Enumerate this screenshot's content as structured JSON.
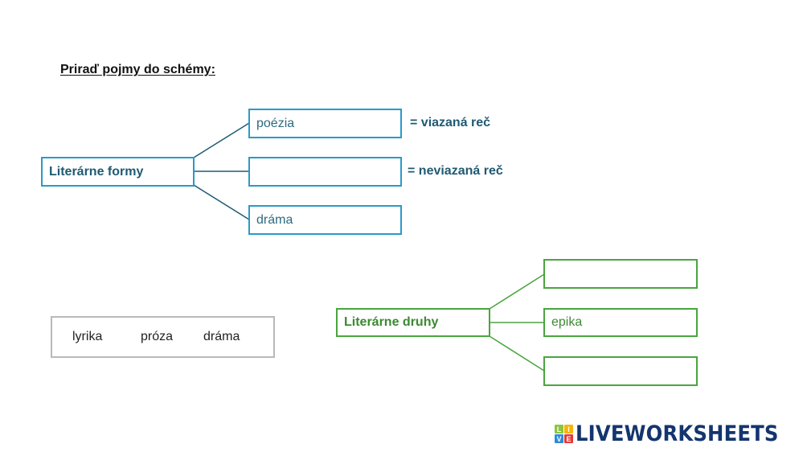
{
  "instruction": "Priraď pojmy do schémy:",
  "scheme_forms": {
    "root_label": "Literárne formy",
    "branches": [
      {
        "value": "poézia",
        "note": "= viazaná reč"
      },
      {
        "value": "",
        "note": "= neviazaná reč"
      },
      {
        "value": "dráma",
        "note": ""
      }
    ],
    "color": "#2a9ac7"
  },
  "scheme_genres": {
    "root_label": "Literárne druhy",
    "branches": [
      {
        "value": ""
      },
      {
        "value": "epika"
      },
      {
        "value": ""
      }
    ],
    "color": "#4aa53f"
  },
  "word_bank": {
    "words": [
      "lyrika",
      "próza",
      "dráma"
    ]
  },
  "logo": {
    "icon_letters": [
      "L",
      "I",
      "V",
      "E"
    ],
    "icon_colors": [
      "#8cc63f",
      "#f7b500",
      "#2e8bd6",
      "#e53935"
    ],
    "text": "LIVEWORKSHEETS"
  }
}
